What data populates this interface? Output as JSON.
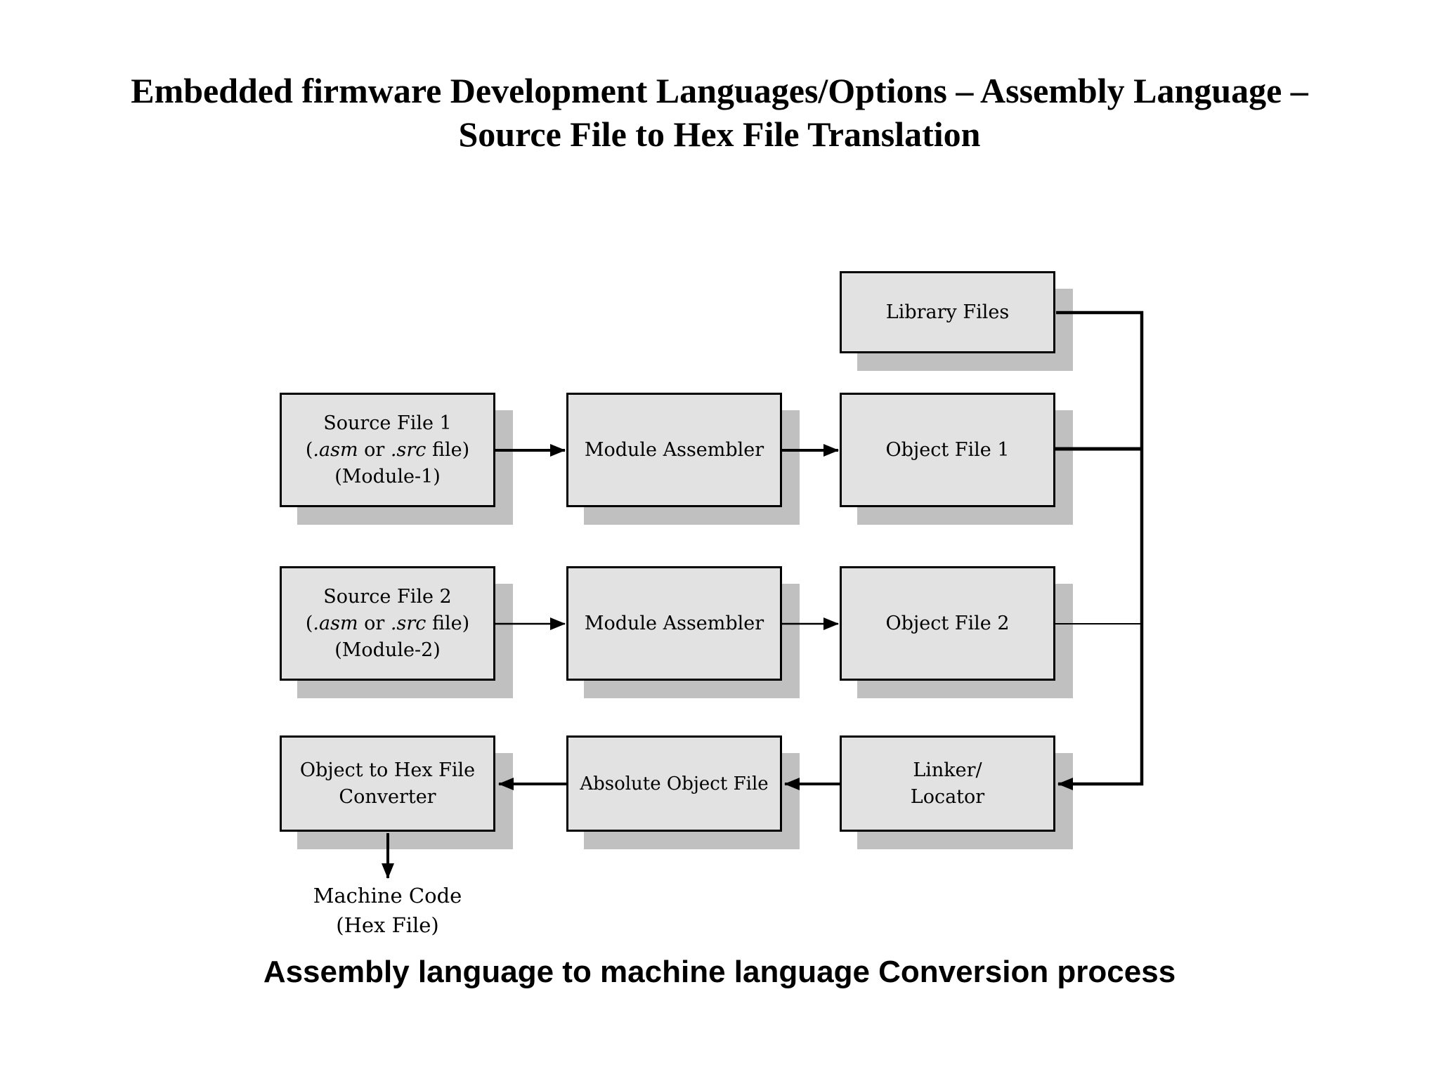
{
  "title": {
    "line1": "Embedded firmware Development Languages/Options – Assembly Language –",
    "line2": "Source File to Hex File Translation"
  },
  "caption": "Assembly language to machine language Conversion process",
  "colors": {
    "background": "#ffffff",
    "box_fill": "#e2e2e2",
    "box_border": "#000000",
    "box_shadow": "#c0c0c0",
    "line": "#000000",
    "text": "#000000"
  },
  "diagram": {
    "library_files": {
      "label": "Library Files"
    },
    "source_file_1": {
      "name": "Source File 1",
      "ext_open": "(",
      "ext_asm": ".asm",
      "ext_or": " or ",
      "ext_src": ".src",
      "ext_close": " file)",
      "module": "(Module-1)"
    },
    "module_assembler_1": {
      "label": "Module Assembler"
    },
    "object_file_1": {
      "label": "Object File 1"
    },
    "source_file_2": {
      "name": "Source File 2",
      "ext_open": "(",
      "ext_asm": ".asm",
      "ext_or": " or ",
      "ext_src": ".src",
      "ext_close": " file)",
      "module": "(Module-2)"
    },
    "module_assembler_2": {
      "label": "Module Assembler"
    },
    "object_file_2": {
      "label": "Object File 2"
    },
    "object_to_hex_converter": {
      "line1": "Object to Hex File",
      "line2": "Converter"
    },
    "absolute_object_file": {
      "label": "Absolute Object File"
    },
    "linker_locator": {
      "line1": "Linker/",
      "line2": "Locator"
    },
    "output": {
      "line1": "Machine Code",
      "line2": "(Hex File)"
    }
  }
}
